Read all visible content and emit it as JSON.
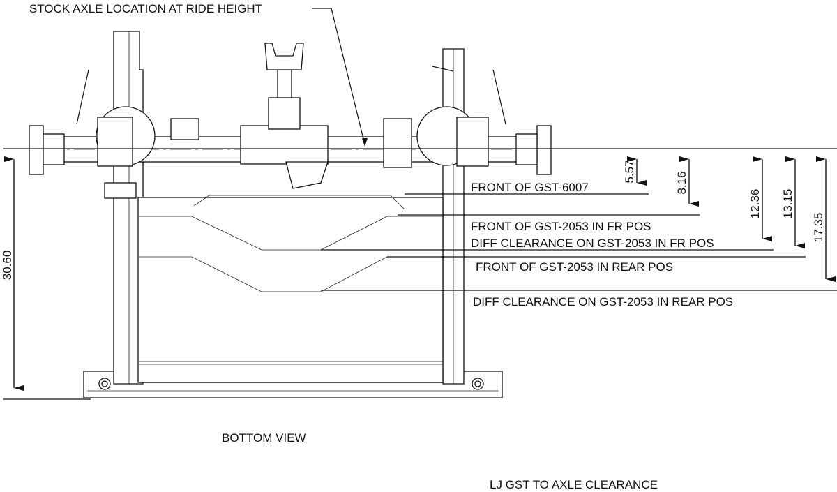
{
  "title": "LJ GST TO AXLE CLEARANCE",
  "view_label": "BOTTOM VIEW",
  "callout": "STOCK AXLE LOCATION AT RIDE HEIGHT",
  "references": [
    {
      "label": "FRONT OF GST-6007",
      "dimension": "5.57"
    },
    {
      "label": "FRONT OF GST-2053 IN FR POS",
      "dimension": "8.16"
    },
    {
      "label": "DIFF CLEARANCE ON GST-2053 IN FR POS",
      "dimension": "12.36"
    },
    {
      "label": "FRONT OF GST-2053 IN REAR POS",
      "dimension": "13.15"
    },
    {
      "label": "DIFF CLEARANCE ON GST-2053 IN REAR POS",
      "dimension": "17.35"
    }
  ],
  "overall_dimension": "30.60"
}
